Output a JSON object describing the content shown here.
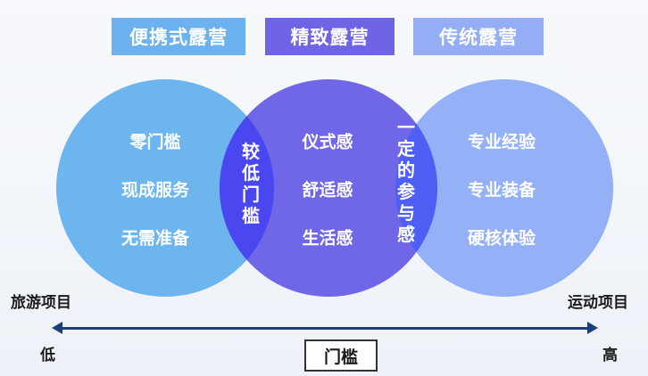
{
  "categories": {
    "left": "便携式露营",
    "middle": "精致露营",
    "right": "传统露营"
  },
  "left_circle": [
    "零门槛",
    "现成服务",
    "无需准备"
  ],
  "left_overlap": "较低门槛",
  "middle_circle": [
    "仪式感",
    "舒适感",
    "生活感"
  ],
  "right_overlap": "一定的参与感",
  "right_circle": [
    "专业经验",
    "专业装备",
    "硬核体验"
  ],
  "axis": {
    "left_label": "旅游项目",
    "right_label": "运动项目",
    "low": "低",
    "high": "高",
    "title": "门槛"
  },
  "colors": {
    "left": "#6cb2ee",
    "middle": "#6f64e6",
    "right": "#93aef5",
    "axis": "#1c3f7a"
  }
}
